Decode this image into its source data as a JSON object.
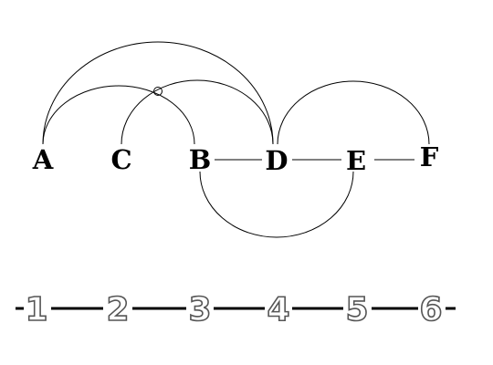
{
  "nodes": [
    "A",
    "C",
    "B",
    "D",
    "E",
    "F"
  ],
  "scale": [
    "1",
    "2",
    "3",
    "4",
    "5",
    "6"
  ]
}
